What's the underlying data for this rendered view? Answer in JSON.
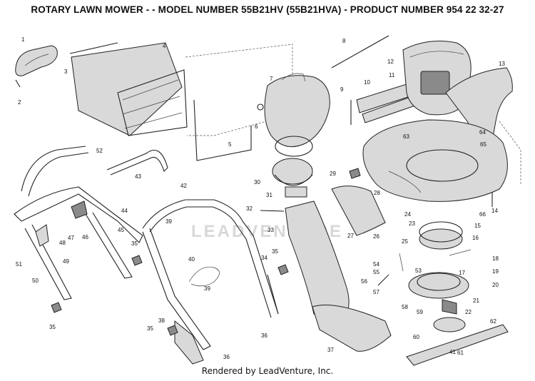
{
  "title": "ROTARY LAWN MOWER - - MODEL NUMBER 55B21HV (55B21HVA) - PRODUCT NUMBER 954 22 32-27",
  "footer": "Rendered by LeadVenture, Inc.",
  "watermark": "LEADVENTURE",
  "part_labels": [
    "1",
    "2",
    "3",
    "4",
    "5",
    "6",
    "7",
    "8",
    "9",
    "10",
    "11",
    "12",
    "13",
    "14",
    "15",
    "16",
    "17",
    "18",
    "19",
    "20",
    "21",
    "22",
    "23",
    "24",
    "25",
    "26",
    "27",
    "28",
    "29",
    "30",
    "31",
    "32",
    "33",
    "34",
    "35",
    "35",
    "35",
    "35",
    "36",
    "36",
    "37",
    "38",
    "39",
    "39",
    "40",
    "41",
    "42",
    "43",
    "44",
    "45",
    "46",
    "47",
    "48",
    "49",
    "50",
    "51",
    "52",
    "53",
    "54",
    "55",
    "56",
    "57",
    "58",
    "59",
    "60",
    "61",
    "62",
    "63",
    "64",
    "65",
    "66"
  ]
}
